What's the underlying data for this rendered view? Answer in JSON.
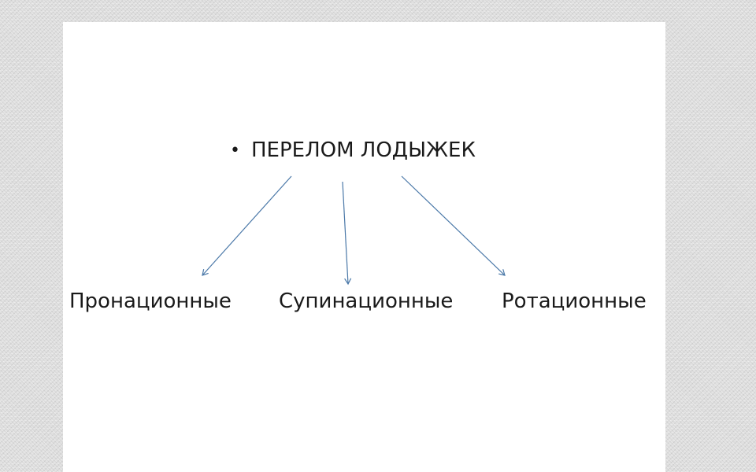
{
  "diagram": {
    "root": {
      "bullet": "•",
      "label": "ПЕРЕЛОМ ЛОДЫЖЕК"
    },
    "children": [
      {
        "label": "Пронационные"
      },
      {
        "label": "Супинационные"
      },
      {
        "label": "Ротационные"
      }
    ],
    "arrow_color": "#4a78a8"
  }
}
